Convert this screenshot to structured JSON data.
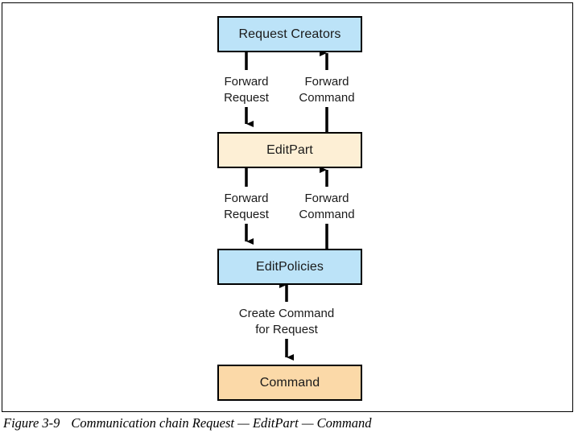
{
  "figure": {
    "caption_number": "Figure 3-9",
    "caption_text": "Communication chain Request — EditPart — Command"
  },
  "colors": {
    "blue_fill": "#bce3f8",
    "cream_fill": "#fdefd5",
    "orange_fill": "#fbd9a8",
    "stroke": "#000000",
    "text": "#1a1a1a",
    "page_background": "#ffffff"
  },
  "diagram": {
    "type": "flow-chain",
    "nodes": [
      {
        "id": "request-creators",
        "label": "Request Creators",
        "fill": "blue"
      },
      {
        "id": "editpart",
        "label": "EditPart",
        "fill": "cream"
      },
      {
        "id": "editpolicies",
        "label": "EditPolicies",
        "fill": "blue"
      },
      {
        "id": "command",
        "label": "Command",
        "fill": "orange"
      }
    ],
    "edges": [
      {
        "id": "rc-to-ep-request",
        "label_line1": "Forward",
        "label_line2": "Request",
        "from": "request-creators",
        "to": "editpart",
        "direction": "down"
      },
      {
        "id": "ep-to-rc-command",
        "label_line1": "Forward",
        "label_line2": "Command",
        "from": "editpart",
        "to": "request-creators",
        "direction": "up"
      },
      {
        "id": "ep-to-epol-request",
        "label_line1": "Forward",
        "label_line2": "Request",
        "from": "editpart",
        "to": "editpolicies",
        "direction": "down"
      },
      {
        "id": "epol-to-ep-command",
        "label_line1": "Forward",
        "label_line2": "Command",
        "from": "editpolicies",
        "to": "editpart",
        "direction": "up"
      },
      {
        "id": "command-to-epol",
        "label_line1": "Create Command",
        "label_line2": "for Request",
        "from": "command",
        "to": "editpolicies",
        "direction": "both"
      }
    ]
  }
}
